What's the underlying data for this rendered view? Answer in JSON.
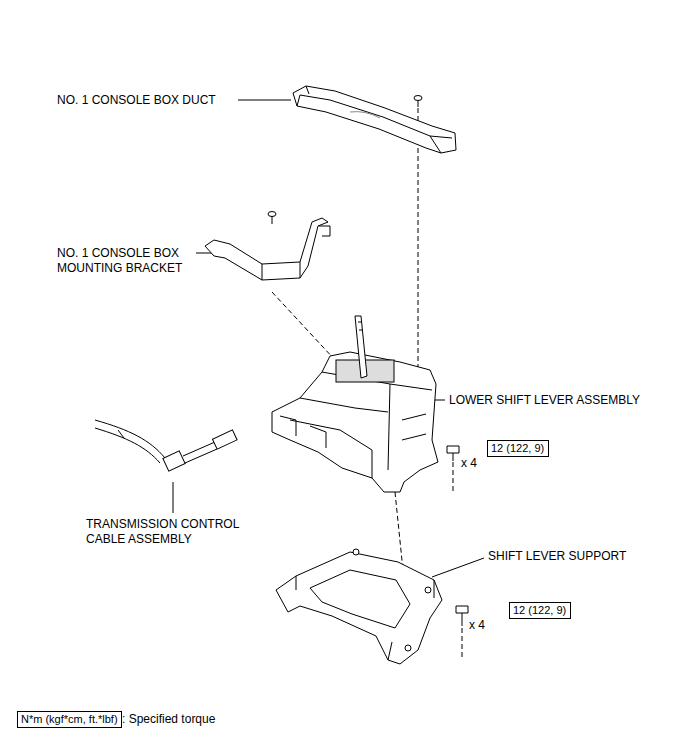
{
  "diagram": {
    "nodes": [
      {
        "text": [
          "12 (122, 9)"
        ]
      },
      {
        "text": [
          "12 (122, 9)"
        ]
      },
      {
        "text": [
          "N*m (kgf*cm, ft.*lbf)"
        ]
      }
    ],
    "labels": [
      "NO. 1 CONSOLE BOX DUCT",
      "NO. 1 CONSOLE BOX MOUNTING BRACKET",
      "LOWER SHIFT LEVER ASSEMBLY",
      "TRANSMISSION CONTROL CABLE ASSEMBLY",
      "SHIFT LEVER SUPPORT",
      "x 4",
      "x 4",
      ": Specified torque"
    ]
  }
}
